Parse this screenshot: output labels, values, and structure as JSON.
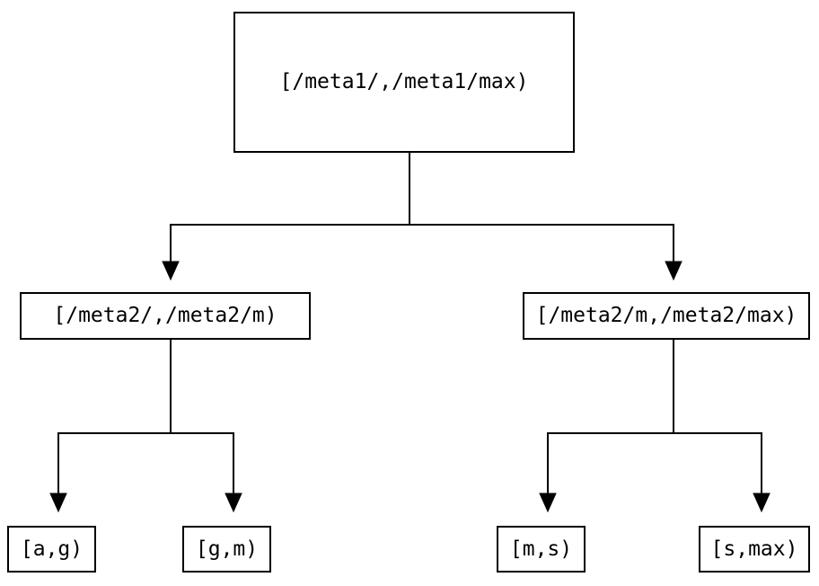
{
  "diagram": {
    "type": "binary-tree",
    "description": "Key-range partition tree",
    "colors": {
      "background": "#ffffff",
      "node_border": "#000000",
      "node_fill": "#ffffff",
      "text": "#000000",
      "edge": "#000000"
    },
    "tree": {
      "root": {
        "label": "[/meta1/,/meta1/max)"
      },
      "children": [
        {
          "label": "[/meta2/,/meta2/m)",
          "children": [
            {
              "label": "[a,g)"
            },
            {
              "label": "[g,m)"
            }
          ]
        },
        {
          "label": "[/meta2/m,/meta2/max)",
          "children": [
            {
              "label": "[m,s)"
            },
            {
              "label": "[s,max)"
            }
          ]
        }
      ]
    }
  }
}
